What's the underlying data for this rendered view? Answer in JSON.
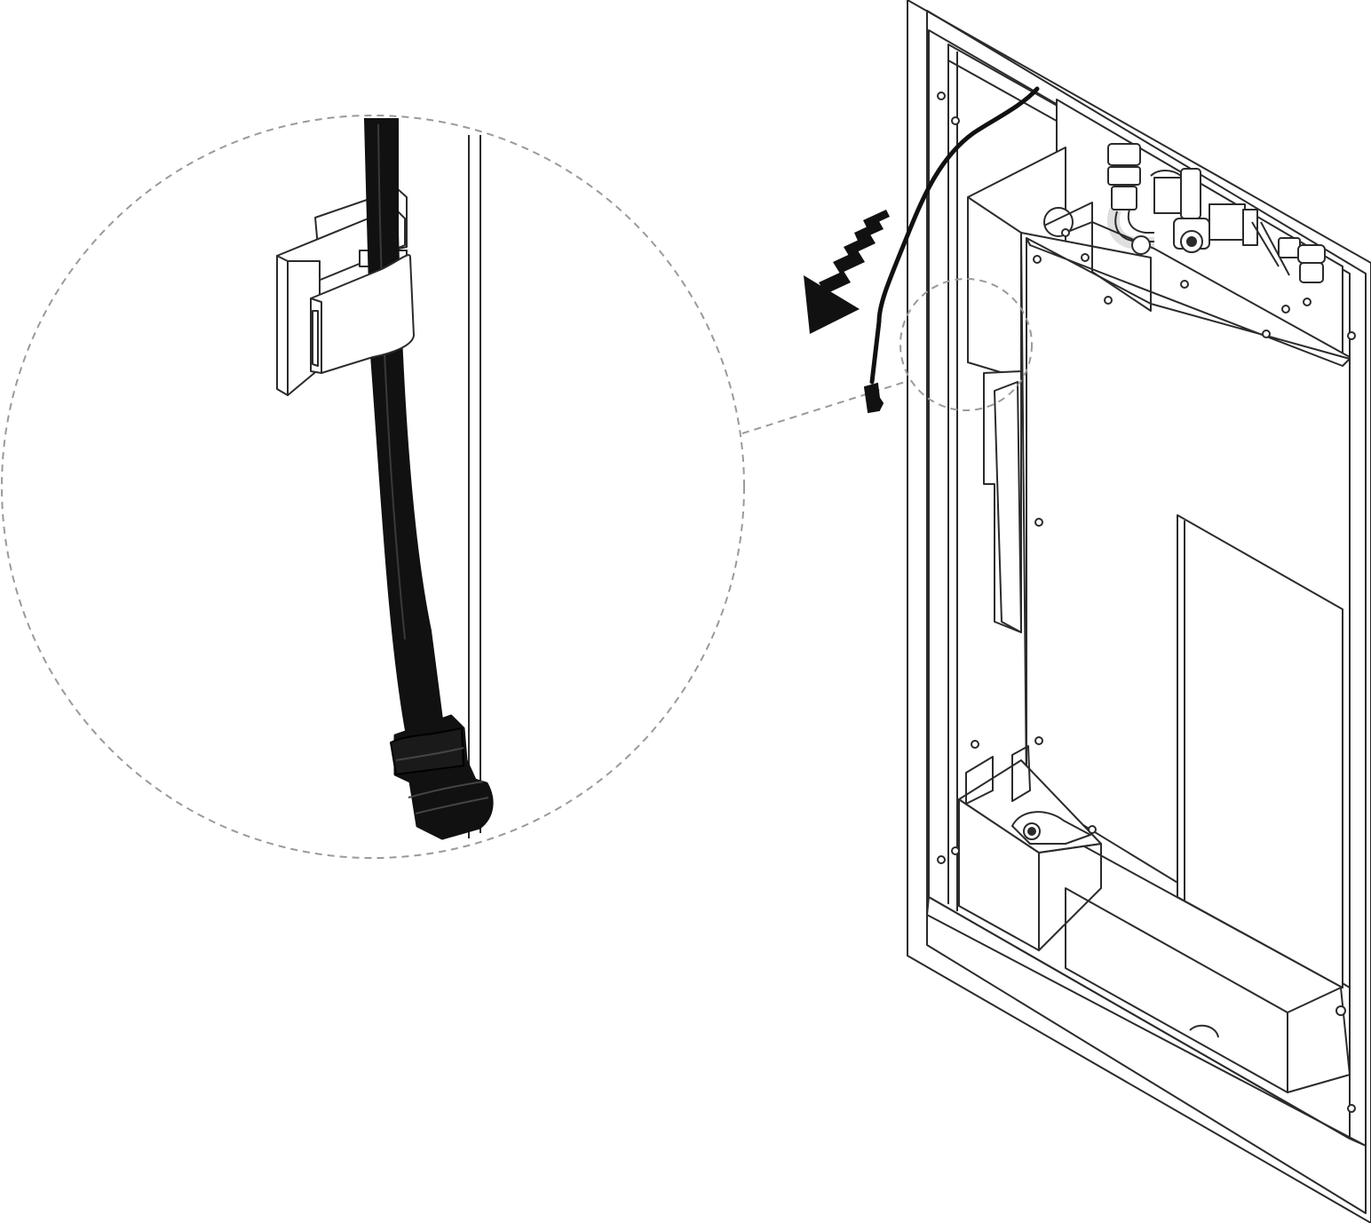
{
  "figure": {
    "kind": "installation-illustration",
    "background_color": "#ffffff",
    "line_color": "#2b2b2b",
    "cable_color": "#111111",
    "callout_color": "#9a9a9a",
    "callout_style": "dashed"
  },
  "parts": {
    "enclosure": {
      "name": "cabinet"
    },
    "cable": {
      "name": "cable"
    },
    "plug": {
      "name": "plug"
    },
    "clip": {
      "name": "clip"
    },
    "direction_arrow": {
      "name": "direction-arrow",
      "pointing": "down-left"
    },
    "detail_callout": {
      "name": "magnified-detail"
    }
  },
  "icons": [
    "arrow-down-left-icon",
    "magnifier-callout-icon",
    "screw-icon"
  ]
}
